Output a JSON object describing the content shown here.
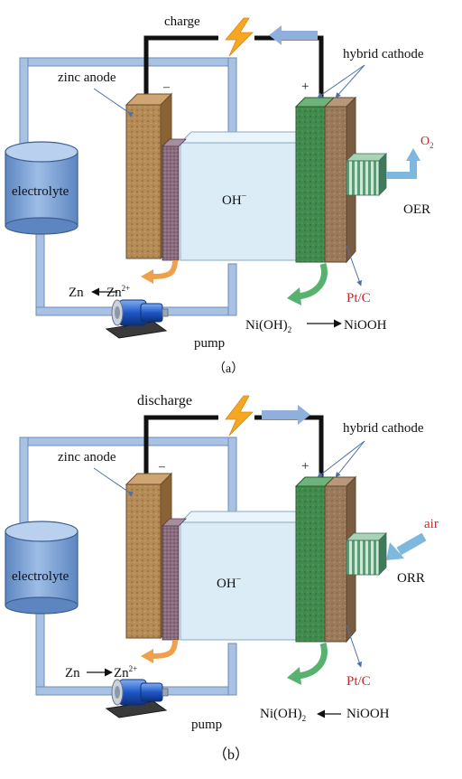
{
  "panel_a": {
    "mode": "charge",
    "minus": "–",
    "plus": "+",
    "zinc_anode": "zinc anode",
    "hybrid_cathode": "hybrid cathode",
    "electrolyte": "electrolyte",
    "ion": "OH",
    "ion_sup": "−",
    "o2": "O",
    "o2_sub": "2",
    "reaction": "OER",
    "zn": "Zn",
    "zn2": "Zn",
    "zn2_sup": "2+",
    "pt_c": "Pt/C",
    "ni_oh2": "Ni(OH)",
    "ni_oh2_sub": "2",
    "niooh": "NiOOH",
    "pump": "pump",
    "caption": "（a）"
  },
  "panel_b": {
    "mode": "discharge",
    "minus": "–",
    "plus": "+",
    "zinc_anode": "zinc anode",
    "hybrid_cathode": "hybrid cathode",
    "electrolyte": "electrolyte",
    "ion": "OH",
    "ion_sup": "−",
    "air": "air",
    "reaction": "ORR",
    "zn": "Zn",
    "zn2": "Zn",
    "zn2_sup": "2+",
    "pt_c": "Pt/C",
    "ni_oh2": "Ni(OH)",
    "ni_oh2_sub": "2",
    "niooh": "NiOOH",
    "pump": "pump",
    "caption": "（b）"
  },
  "colors": {
    "pipe": "#a9c2e3",
    "pipe_edge": "#6c8db8",
    "wire": "#111111",
    "zinc": "#b48a55",
    "zinc_dark": "#8a6335",
    "separator": "#7a5a6e",
    "cathode_green": "#3f8a4c",
    "cathode_brown": "#9b7a5c",
    "electrolyte_cell": "#dcecf6",
    "tank": "#7fa6d8",
    "bolt": "#f5a623",
    "orange_arrow": "#f0a04b",
    "green_arrow": "#58b26f",
    "blue_arrow": "#8fb0dc",
    "red_text": "#c8262a"
  }
}
